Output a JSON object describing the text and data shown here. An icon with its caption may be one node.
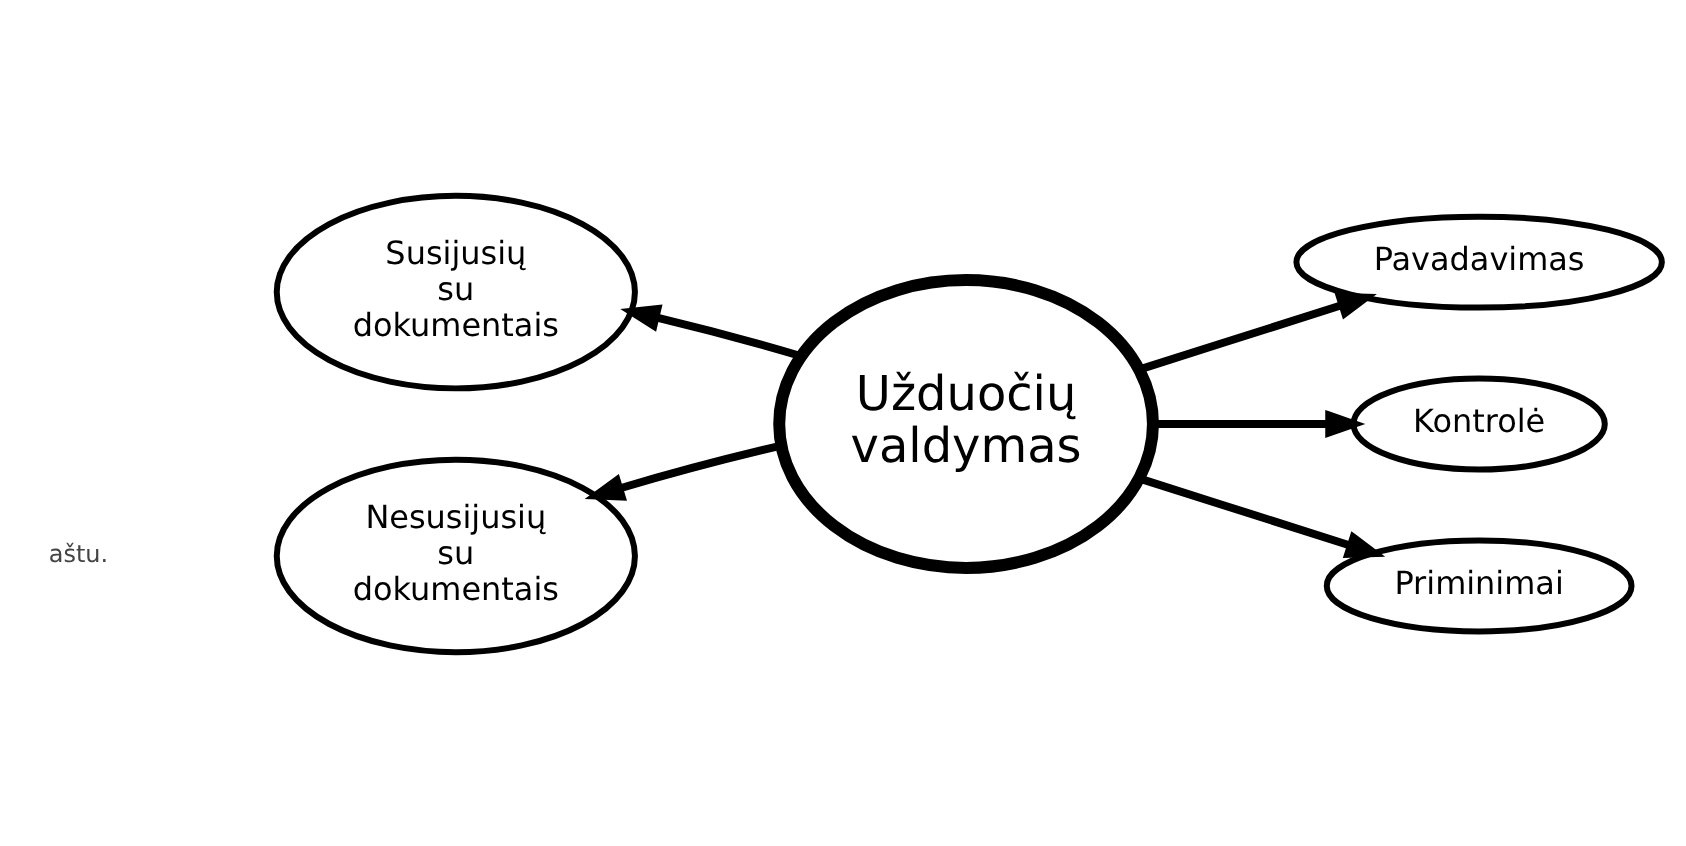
{
  "diagram": {
    "nodes": [
      {
        "text": [
          "Užduočių valdymas"
        ]
      },
      {
        "text": [
          "Susijusių su dokumentais"
        ]
      },
      {
        "text": [
          "Pavadavimas"
        ]
      },
      {
        "text": [
          "Kontrolė"
        ]
      },
      {
        "text": [
          "Nesusijusių su dokumentais"
        ]
      },
      {
        "text": [
          "Priminimai"
        ]
      }
    ],
    "edges": [
      {
        "from": 0,
        "to": 1,
        "arrow": "to"
      },
      {
        "from": 0,
        "to": 2,
        "arrow": "to"
      },
      {
        "from": 0,
        "to": 3,
        "arrow": "to"
      },
      {
        "from": 0,
        "to": 4,
        "arrow": "to"
      },
      {
        "from": 0,
        "to": 5,
        "arrow": "to"
      }
    ],
    "labels": [
      "aštu."
    ]
  }
}
